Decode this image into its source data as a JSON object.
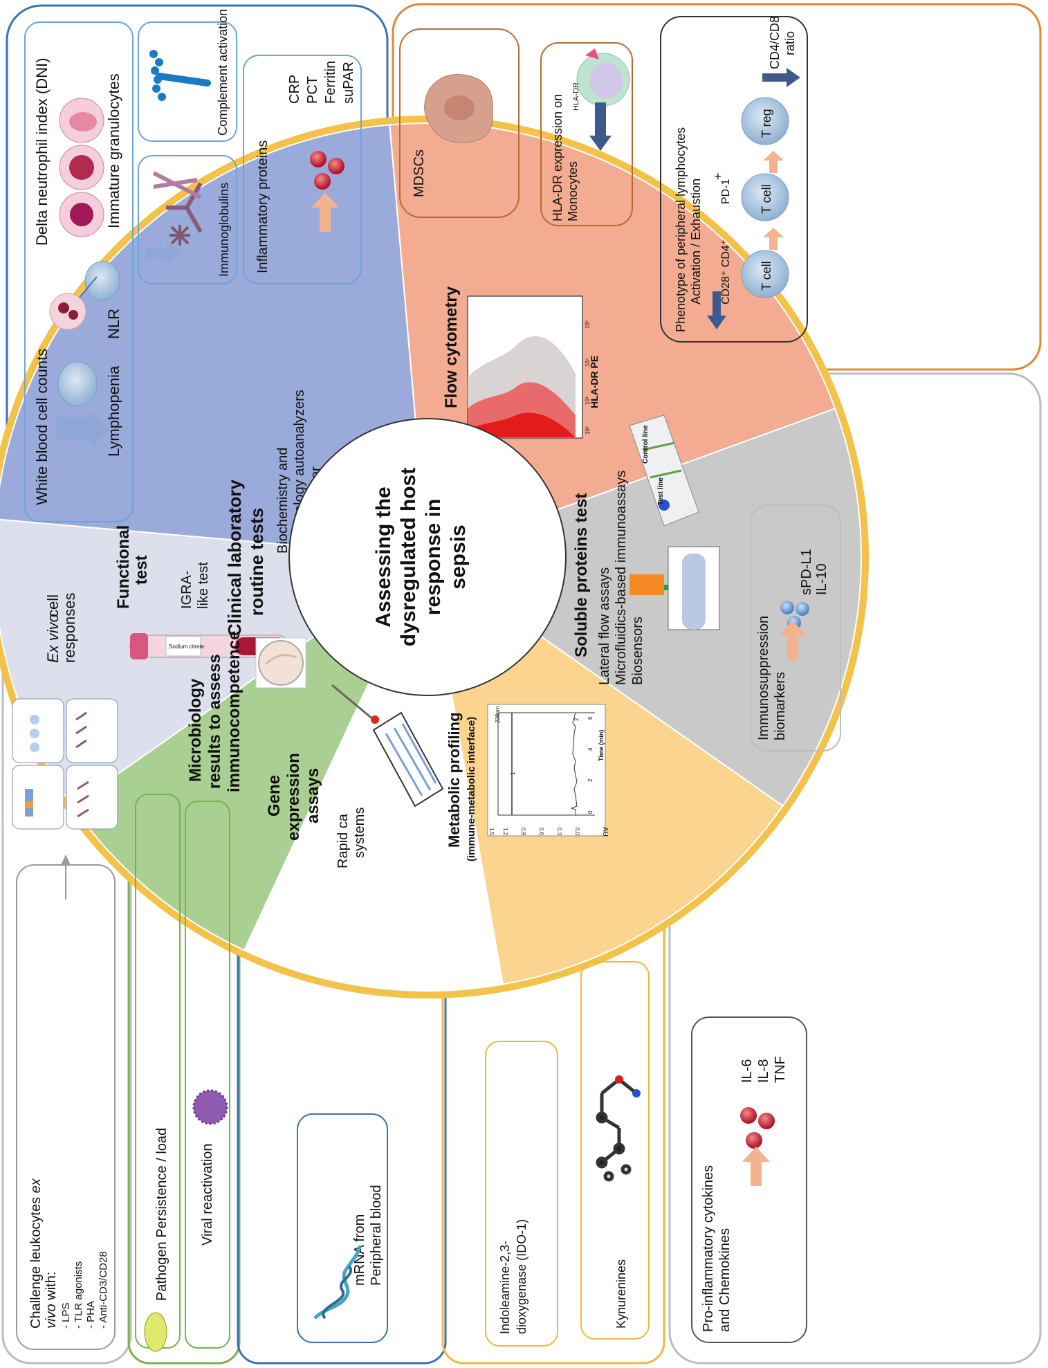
{
  "center": {
    "line1": "Assessing the",
    "line2": "dysregulated host",
    "line3": "response in",
    "line4": "sepsis"
  },
  "wedges": {
    "clinical": {
      "title1": "Clinical laboratory",
      "title2": "routine tests",
      "item1": "Biochemistry and",
      "item2": "Hematology autoanalyzers",
      "item3": "Nephelometer",
      "tube_label": "Sodium citrate",
      "color": "#9aaadb"
    },
    "flow": {
      "title": "Flow cytometry",
      "plot_label": "HLA-DR PE",
      "tick_labels": [
        "10²",
        "10³",
        "10⁴",
        "10⁵"
      ],
      "color": "#f3ab92"
    },
    "soluble": {
      "title": "Soluble proteins test",
      "item1": "Lateral flow assays",
      "item2": "Microfluidics-based immunoassays",
      "item3": "Biosensors",
      "control_line": "Control line",
      "test_line": "Test line",
      "color": "#c9c9c9"
    },
    "metabolic": {
      "title": "Metabolic profiling",
      "subtitle": "(immune-metabolic interface)",
      "chrom_wavelength": "238nm",
      "chrom_ylabel": "AU",
      "chrom_xlabel": "Time (min)",
      "chrom_yticks": [
        "0.0",
        "0.3",
        "0.6",
        "0.9",
        "1.2",
        "1.5"
      ],
      "chrom_xticks": [
        "0",
        "2",
        "4",
        "6"
      ],
      "peak_labels": [
        "1",
        "2"
      ],
      "color": "#fbd58f"
    },
    "gene": {
      "title1": "Gene",
      "title2": "expression",
      "title3": "assays",
      "item1": "Rapid ca",
      "item2": "systems",
      "color": "#ffffff"
    },
    "micro": {
      "title1": "Microbiology",
      "title2": "results to assess",
      "title3": "immunocompetence",
      "color": "#a9cf92"
    },
    "functional": {
      "title1": "Functional",
      "title2": "test",
      "item1": "IGRA-",
      "item2": "like test",
      "color": "#dde0ec"
    }
  },
  "blue_panel": {
    "wbc_label": "White blood cell counts",
    "lymphopenia": "Lymphopenia",
    "nlr": "NLR",
    "dni": "Delta neutrophil index (DNI)",
    "immature": "Immature granulocytes",
    "complement": "Complement activation",
    "immunoglobulins": "Immunoglobulins",
    "inflammatory": "Inflammatory proteins",
    "crp": "CRP",
    "pct": "PCT",
    "ferritin": "Ferritin",
    "supar": "suPAR",
    "color": "#3d6fb6"
  },
  "orange_panel": {
    "mdsc": "MDSCs",
    "hla1": "HLA-DR expression on",
    "hla2": "Monocytes",
    "hla_small": "HLA-DR",
    "pheno1": "Phenotype of peripheral lymphocytes",
    "pheno2": "Activation / Exhaustion",
    "cd28": "CD28⁺ CD4⁺",
    "pd1": "PD-1",
    "pd1_sup": "+",
    "tcell": "T cell",
    "treg": "T reg",
    "cd4cd8": "CD4/CD8",
    "ratio": "ratio",
    "color": "#e0883a"
  },
  "grey_right_panel": {
    "immuno1": "Immunosuppression",
    "immuno2": "biomarkers",
    "spdl1": "sPD-L1",
    "il10": "IL-10",
    "pro1": "Pro-inflammatory cytokines",
    "pro2": "and Chemokines",
    "il6": "IL-6",
    "il8": "IL-8",
    "tnf": "TNF"
  },
  "metabolic_panel": {
    "ido1": "Indoleamine-2,3-",
    "ido2": "dioxygenase (IDO-1)",
    "kyn": "Kynurenines"
  },
  "gene_panel": {
    "mrna1": "mRNA from",
    "mrna2": "Peripheral blood"
  },
  "micro_panel": {
    "pathogen": "Pathogen Persistence / load",
    "viral": "Viral reactivation"
  },
  "left_grey_panel": {
    "exvivo1": "Ex vivo",
    "exvivo2": "cell",
    "exvivo3": "responses",
    "challenge1": "Challenge leukocytes",
    "challenge_ex": "ex",
    "challenge2": "vivo",
    "challenge3": "with:",
    "lps": "- LPS",
    "tlr": "- TLR agonists",
    "pha": "- PHA",
    "anticd3": "- Anti-CD3/CD28"
  }
}
